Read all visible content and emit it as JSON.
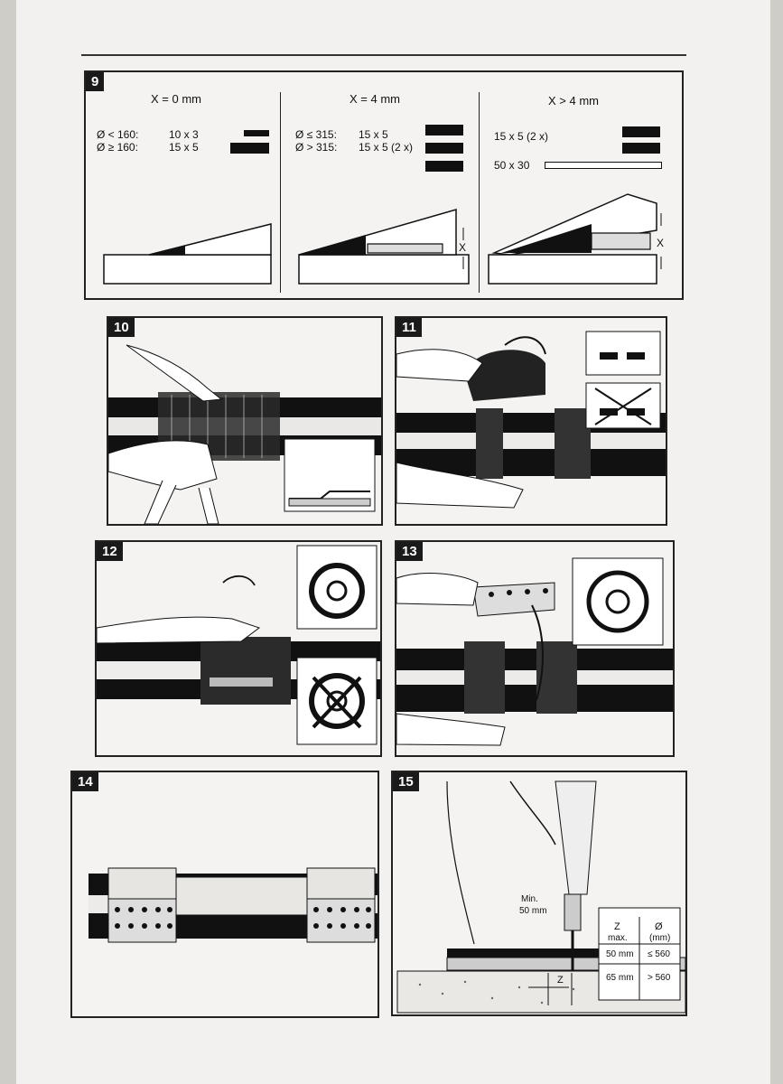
{
  "panels": {
    "p9": {
      "number": "9",
      "columns": [
        {
          "header": "X = 0 mm",
          "rows": [
            [
              "Ø < 160:",
              "10 x 3"
            ],
            [
              "Ø ≥ 160:",
              "15 x 5"
            ]
          ]
        },
        {
          "header": "X = 4 mm",
          "rows": [
            [
              "Ø ≤ 315:",
              "15 x 5"
            ],
            [
              "Ø > 315:",
              "15 x 5 (2 x)"
            ]
          ]
        },
        {
          "header": "X > 4 mm",
          "rows": [
            [
              "",
              "15 x 5 (2 x)"
            ],
            [
              "",
              "50 x 30"
            ]
          ]
        }
      ],
      "x_label": "X"
    },
    "p10": {
      "number": "10"
    },
    "p11": {
      "number": "11"
    },
    "p12": {
      "number": "12"
    },
    "p13": {
      "number": "13"
    },
    "p14": {
      "number": "14"
    },
    "p15": {
      "number": "15",
      "min_label_1": "Min.",
      "min_label_2": "50 mm",
      "z_label": "Z",
      "table": {
        "headers": [
          "Z",
          "Ø"
        ],
        "subheaders": [
          "max.",
          "(mm)"
        ],
        "rows": [
          [
            "50 mm",
            "≤ 560"
          ],
          [
            "65 mm",
            "> 560"
          ]
        ]
      }
    }
  }
}
